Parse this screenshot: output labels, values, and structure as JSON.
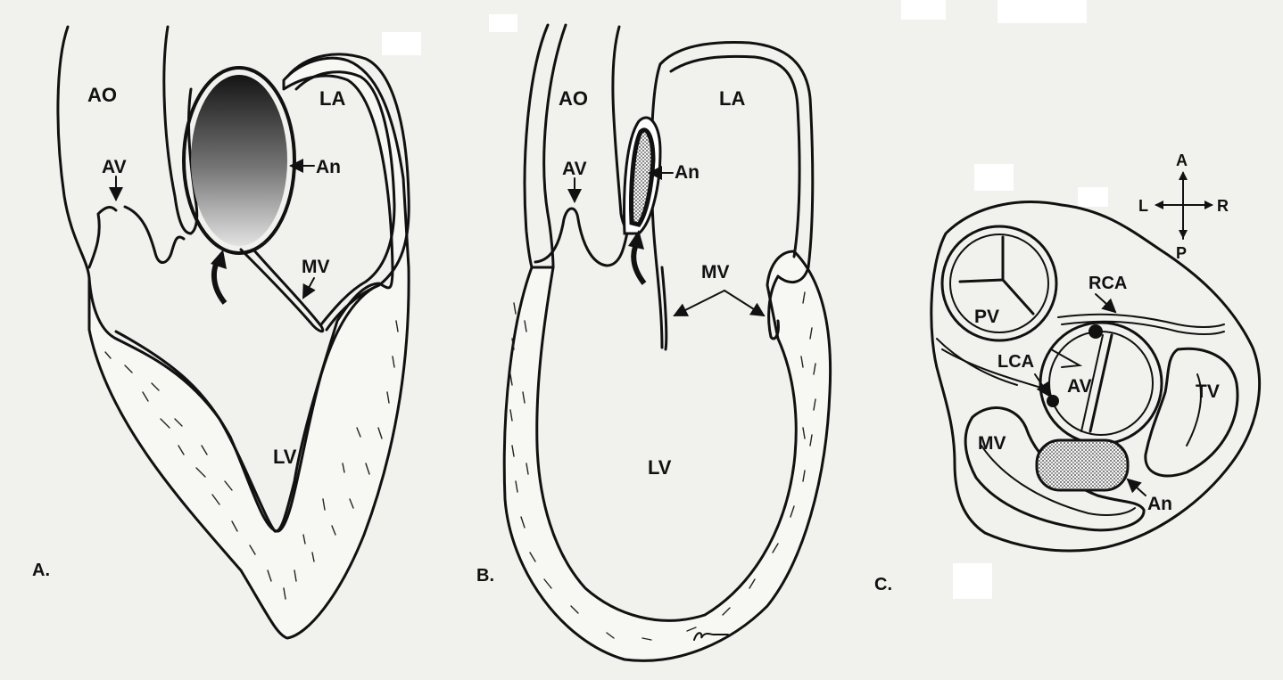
{
  "panels": [
    {
      "id": "A",
      "caption": "A.",
      "labels": {
        "ao": "AO",
        "la": "LA",
        "av": "AV",
        "an": "An",
        "mv": "MV",
        "lv": "LV"
      }
    },
    {
      "id": "B",
      "caption": "B.",
      "labels": {
        "ao": "AO",
        "la": "LA",
        "av": "AV",
        "an": "An",
        "mv": "MV",
        "lv": "LV"
      }
    },
    {
      "id": "C",
      "caption": "C.",
      "labels": {
        "pv": "PV",
        "av": "AV",
        "tv": "TV",
        "mv": "MV",
        "rca": "RCA",
        "lca": "LCA",
        "an": "An"
      },
      "compass": {
        "anterior": "A",
        "posterior": "P",
        "left": "L",
        "right": "R"
      }
    }
  ],
  "colors": {
    "ink": "#111111",
    "paper": "#f1f1ee",
    "aneurysm_dark": "#1a1a1a",
    "aneurysm_light": "#d8d8d8"
  }
}
